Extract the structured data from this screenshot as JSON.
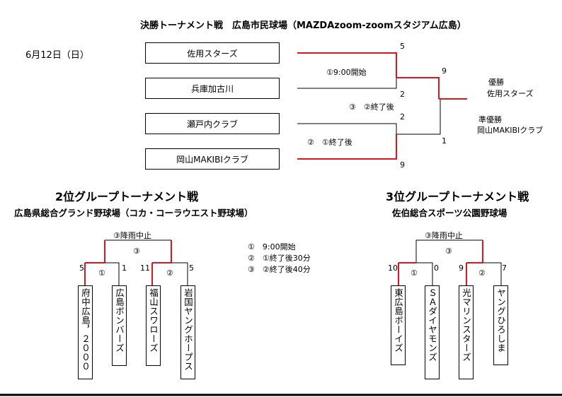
{
  "final": {
    "title": "決勝トーナメント戦　広島市民球場（MAZDAzoom-zoomスタジアム広島）",
    "date": "6月12日（日）",
    "teams": [
      "佐用スターズ",
      "兵庫加古川",
      "瀬戸内クラブ",
      "岡山MAKIBIクラブ"
    ],
    "scores": {
      "s1": "5",
      "s2": "2",
      "s3": "2",
      "s4": "9",
      "f_top": "9",
      "f_bottom": "1"
    },
    "game1": "①9:00開始",
    "game2": "②　①終了後",
    "game3": "③　②終了後",
    "champion_label": "優勝",
    "champion": "佐用スターズ",
    "runner_up_label": "準優勝",
    "runner_up": "岡山MAKIBIクラブ"
  },
  "second": {
    "title": "2位グループトーナメント戦",
    "venue": "広島県総合グランド野球場（コカ・コーラウエスト野球場）",
    "rain": "③降雨中止",
    "g3": "③",
    "g1": "①",
    "g2": "②",
    "teams": [
      "府中広島，２０００",
      "広島ボンバーズ",
      "福山スワローズ",
      "岩国ヤングホープス"
    ],
    "scores": [
      "5",
      "1",
      "11",
      "5"
    ]
  },
  "schedule": [
    "①　9:00開始",
    "②　①終了後30分",
    "③　②終了後40分"
  ],
  "third": {
    "title": "3位グループトーナメント戦",
    "venue": "佐伯総合スポーツ公園野球場",
    "rain": "③降雨中止",
    "g3": "③",
    "g1": "①",
    "g2": "②",
    "teams": [
      "東広島ボーイズ",
      "ＳＡダイヤモンズ",
      "光マリンスターズ",
      "ヤングひろしま"
    ],
    "scores": [
      "10",
      "0",
      "9",
      "7"
    ]
  },
  "colors": {
    "win_line": "#e0141e",
    "line": "#000000"
  }
}
